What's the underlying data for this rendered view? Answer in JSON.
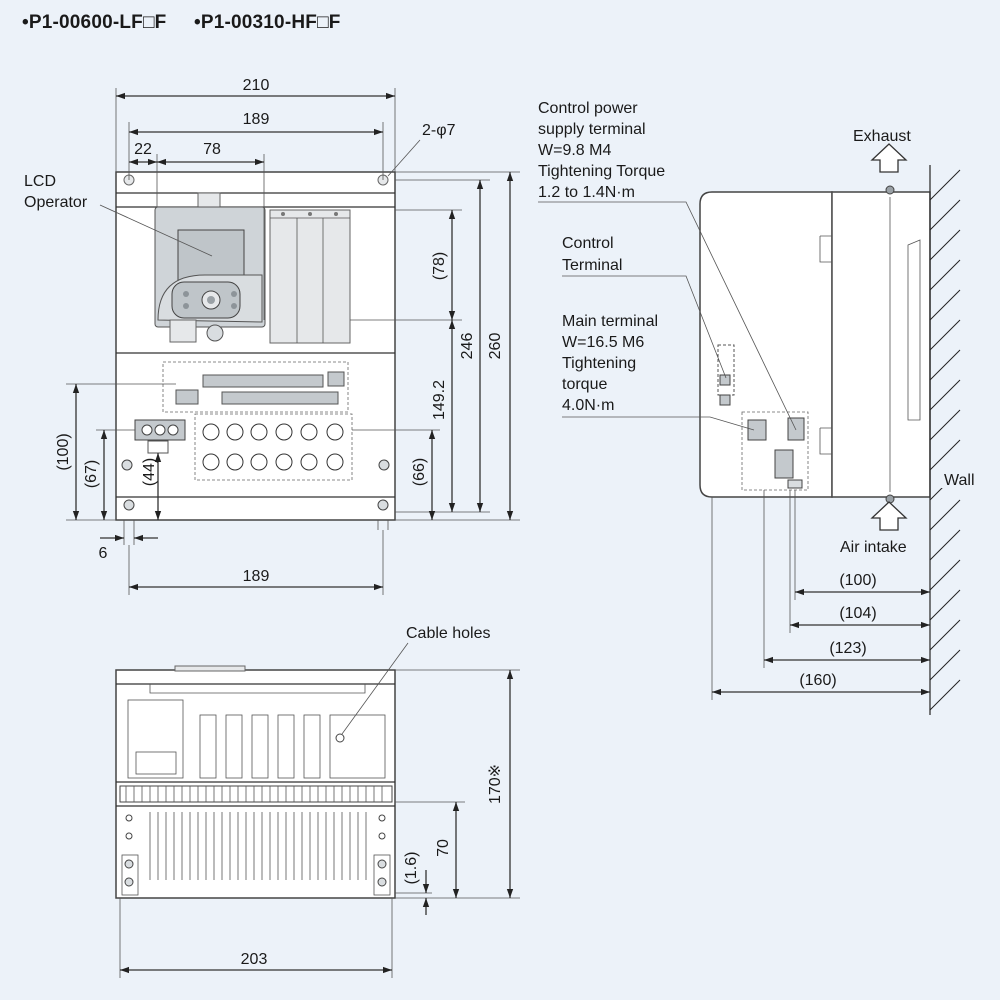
{
  "title": {
    "model_a": "•P1-00600-LF□F",
    "model_b": "•P1-00310-HF□F"
  },
  "front_view": {
    "dims": {
      "width_total": "210",
      "width_mount": "189",
      "offset_22": "22",
      "offset_78": "78",
      "holes": "2-φ7",
      "h_78": "(78)",
      "h_246": "246",
      "h_260": "260",
      "h_149_2": "149.2",
      "h_66": "(66)",
      "h_100": "(100)",
      "h_67": "(67)",
      "h_44": "(44)",
      "w_6": "6",
      "w_bottom_189": "189"
    },
    "labels": {
      "lcd_line1": "LCD",
      "lcd_line2": "Operator"
    }
  },
  "side_view": {
    "labels": {
      "cp_line1": "Control power",
      "cp_line2": "supply terminal",
      "cp_line3": "W=9.8 M4",
      "cp_line4": "Tightening Torque",
      "cp_line5": "1.2 to 1.4N·m",
      "ct_line1": "Control",
      "ct_line2": "Terminal",
      "mt_line1": "Main terminal",
      "mt_line2": "W=16.5 M6",
      "mt_line3": "Tightening",
      "mt_line4": "torque",
      "mt_line5": "4.0N·m",
      "exhaust": "Exhaust",
      "air_intake": "Air intake",
      "wall": "Wall"
    },
    "dims": {
      "d100": "(100)",
      "d104": "(104)",
      "d123": "(123)",
      "d160": "(160)"
    }
  },
  "bottom_view": {
    "labels": {
      "cable_holes": "Cable holes"
    },
    "dims": {
      "h170": "170※",
      "h70": "70",
      "h1_6": "(1.6)",
      "w203": "203"
    }
  }
}
